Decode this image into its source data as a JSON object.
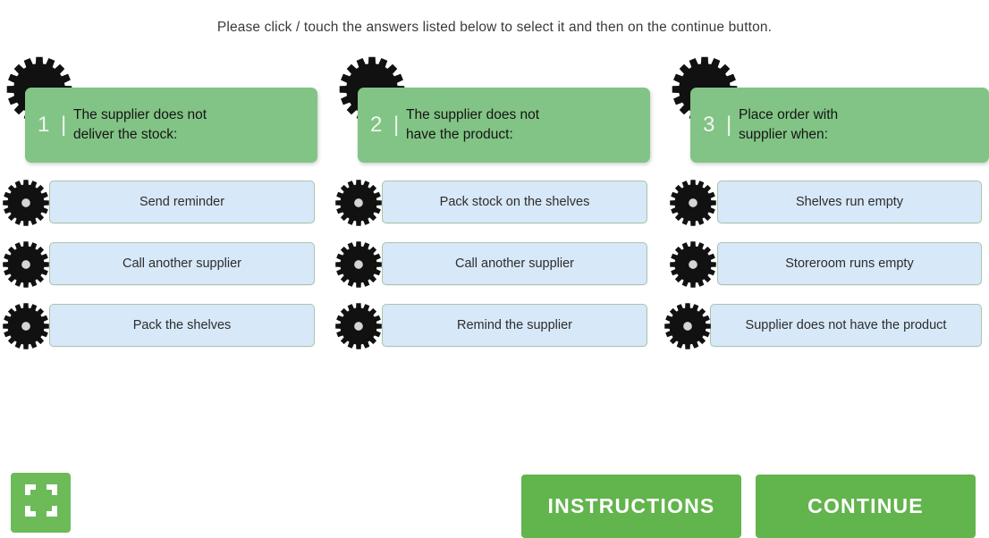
{
  "instruction": "Please click / touch the answers listed below to select it and then on the continue button.",
  "columns": [
    {
      "number": "1 |",
      "title": "The supplier does not\ndeliver the stock:",
      "gear_icon": "gear-icon",
      "answers": [
        {
          "label": "Send reminder",
          "gear_icon": "gear-icon"
        },
        {
          "label": "Call another supplier",
          "gear_icon": "gear-icon"
        },
        {
          "label": "Pack the shelves",
          "gear_icon": "gear-icon"
        }
      ]
    },
    {
      "number": "2 |",
      "title": "The supplier does not\nhave the product:",
      "gear_icon": "gear-icon",
      "answers": [
        {
          "label": "Pack stock on the shelves",
          "gear_icon": "gear-icon"
        },
        {
          "label": "Call another supplier",
          "gear_icon": "gear-icon"
        },
        {
          "label": "Remind the supplier",
          "gear_icon": "gear-icon"
        }
      ]
    },
    {
      "number": "3 |",
      "title": "Place order with\nsupplier when:",
      "gear_icon": "gear-icon",
      "answers": [
        {
          "label": "Shelves run empty",
          "gear_icon": "gear-icon"
        },
        {
          "label": "Storeroom runs empty",
          "gear_icon": "gear-icon"
        },
        {
          "label": "Supplier does not have the product",
          "gear_icon": "gear-icon"
        }
      ]
    }
  ],
  "footer": {
    "fullscreen_icon": "fullscreen-icon",
    "instructions_label": "INSTRUCTIONS",
    "continue_label": "CONTINUE"
  },
  "colors": {
    "header_card_green": "#82c485",
    "answer_blue": "#d7e8f8",
    "answer_border": "#a9c4ae",
    "cta_green": "#62b44c",
    "fullscreen_green": "#6dba58",
    "gear_black": "#111111",
    "gear_hub_gray": "#d5d5d5",
    "page_background": "#ffffff"
  }
}
